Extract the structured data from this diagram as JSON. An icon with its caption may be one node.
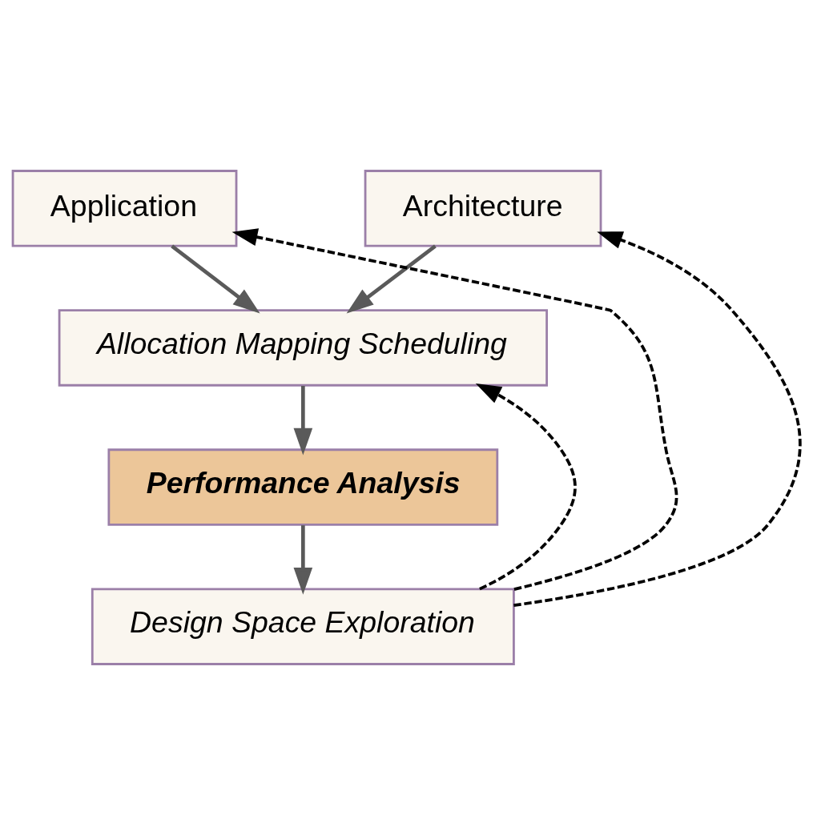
{
  "diagram": {
    "nodes": [
      {
        "text": [
          "Application"
        ]
      },
      {
        "text": [
          "Architecture"
        ]
      },
      {
        "text": [
          "Allocation Mapping Scheduling"
        ]
      },
      {
        "text": [
          "Performance Analysis"
        ]
      },
      {
        "text": [
          "Design Space Exploration"
        ]
      }
    ],
    "edges": [
      {
        "from": 0,
        "to": 2,
        "arrow": "to"
      },
      {
        "from": 1,
        "to": 2,
        "arrow": "to"
      },
      {
        "from": 2,
        "to": 3,
        "arrow": "to"
      },
      {
        "from": 3,
        "to": 4,
        "arrow": "to"
      },
      {
        "from": 4,
        "to": 2,
        "arrow": "to",
        "style": "dashed",
        "color": "#000000"
      },
      {
        "from": 4,
        "to": 0,
        "arrow": "to",
        "style": "dashed",
        "color": "#000000"
      },
      {
        "from": 4,
        "to": 1,
        "arrow": "to",
        "style": "dashed",
        "color": "#000000"
      }
    ]
  }
}
